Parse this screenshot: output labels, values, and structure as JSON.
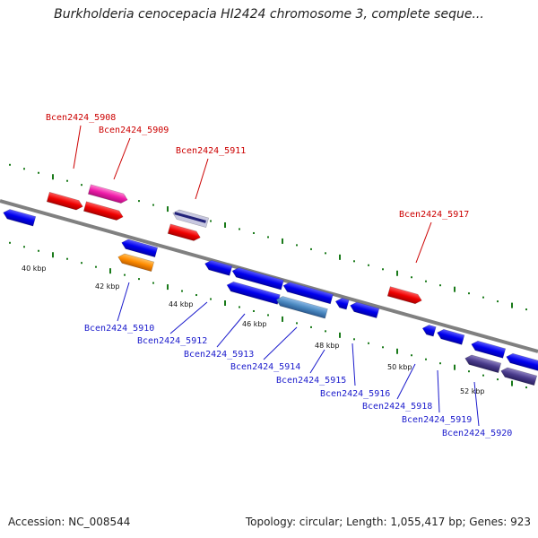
{
  "title": "Burkholderia cenocepacia HI2424 chromosome 3, complete seque...",
  "footer": {
    "accession": "Accession: NC_008544",
    "summary": "Topology: circular; Length: 1,055,417 bp; Genes: 923"
  },
  "colors": {
    "forward_strand_label": "#cc0000",
    "reverse_strand_label": "#1a1acc",
    "tick_green": "#1a7a1a",
    "backbone": "#808080"
  },
  "scale_labels": [
    "40 kbp",
    "42 kbp",
    "44 kbp",
    "46 kbp",
    "48 kbp",
    "50 kbp",
    "52 kbp"
  ],
  "gene_labels": {
    "forward": [
      "Bcen2424_5908",
      "Bcen2424_5909",
      "Bcen2424_5911",
      "Bcen2424_5917"
    ],
    "reverse": [
      "Bcen2424_5910",
      "Bcen2424_5912",
      "Bcen2424_5913",
      "Bcen2424_5914",
      "Bcen2424_5915",
      "Bcen2424_5916",
      "Bcen2424_5918",
      "Bcen2424_5919",
      "Bcen2424_5920"
    ]
  }
}
